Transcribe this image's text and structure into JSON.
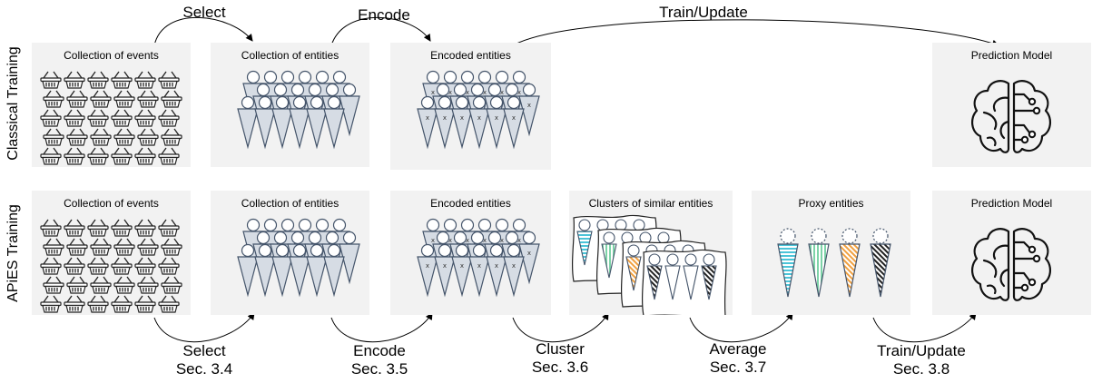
{
  "rows": {
    "classical": "Classical Training",
    "apies": "APiES Training"
  },
  "classical": {
    "boxes": {
      "events": "Collection of events",
      "entities": "Collection of entities",
      "encoded": "Encoded entities",
      "model": "Prediction Model"
    },
    "arrows": {
      "select": "Select",
      "encode": "Encode",
      "train": "Train/Update"
    }
  },
  "apies": {
    "boxes": {
      "events": "Collection of events",
      "entities": "Collection of entities",
      "encoded": "Encoded entities",
      "clusters": "Clusters of similar entities",
      "proxy": "Proxy entities",
      "model": "Prediction Model"
    },
    "arrows": {
      "select": "Select",
      "select_sec": "Sec. 3.4",
      "encode": "Encode",
      "encode_sec": "Sec. 3.5",
      "cluster": "Cluster",
      "cluster_sec": "Sec. 3.6",
      "average": "Average",
      "average_sec": "Sec. 3.7",
      "train": "Train/Update",
      "train_sec": "Sec. 3.8"
    }
  },
  "icons": {
    "event": "shopping-basket-icon",
    "entity": "person-cone-icon",
    "encoded_mark": "x"
  },
  "colors": {
    "box_fill": "#f2f2f2",
    "outline": "#44546a",
    "entity_fill": "#d6dce4",
    "proxy_cyan": "#4bc4d8",
    "proxy_green": "#7dd3a8",
    "proxy_orange": "#f0a040",
    "proxy_black": "#222222"
  }
}
